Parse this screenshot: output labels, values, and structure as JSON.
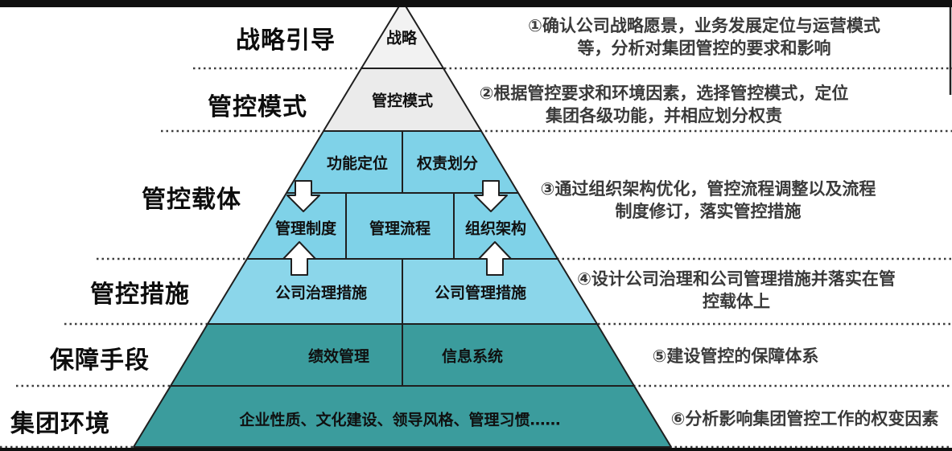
{
  "colors": {
    "carrier_blue": "#7fd2e8",
    "measures_blue": "#8bd6ea",
    "teal": "#3b9c9d",
    "strategy_gray": "#f2f2f2",
    "mode_gray": "#ebebeb",
    "outline": "#1f1f1f",
    "frame_black": "#101010",
    "annotation_text": "#3a3a3a",
    "label_text": "#0d0d0d"
  },
  "left_labels": [
    "战略引导",
    "管控模式",
    "管控载体",
    "管控措施",
    "保障手段",
    "集团环境"
  ],
  "pyramid": {
    "strategy": "战略",
    "mode": "管控模式",
    "carrier_top": [
      "功能定位",
      "权责划分"
    ],
    "carrier_bottom": [
      "管理制度",
      "管理流程",
      "组织架构"
    ],
    "measures": [
      "公司治理措施",
      "公司管理措施"
    ],
    "safeguards": [
      "绩效管理",
      "信息系统"
    ],
    "environment": "企业性质、文化建设、领导风格、管理习惯……"
  },
  "annotations": [
    {
      "line1": "①确认公司战略愿景，业务发展定位与运营模式",
      "line2": "等，分析对集团管控的要求和影响"
    },
    {
      "line1": "②根据管控要求和环境因素，选择管控模式，定位",
      "line2": "集团各级功能，并相应划分权责"
    },
    {
      "line1": "③通过组织架构优化，管控流程调整以及流程",
      "line2": "制度修订，落实管控措施"
    },
    {
      "line1": "④设计公司治理和公司管理措施并落实在管",
      "line2": "控载体上"
    },
    {
      "line1": "⑤建设管控的保障体系",
      "line2": ""
    },
    {
      "line1": "⑥分析影响集团管控工作的权变因素",
      "line2": ""
    }
  ],
  "icons": {
    "down_arrow_icon": "⇩",
    "up_arrow_icon": "⇧"
  }
}
